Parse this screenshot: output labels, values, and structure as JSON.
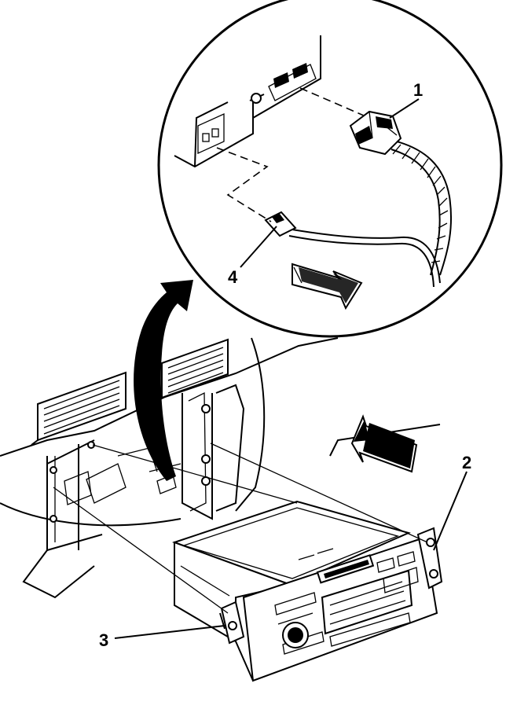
{
  "diagram": {
    "callouts": [
      {
        "id": "1",
        "label": "1"
      },
      {
        "id": "2",
        "label": "2"
      },
      {
        "id": "3",
        "label": "3"
      },
      {
        "id": "4",
        "label": "4"
      }
    ],
    "icons": {
      "removal_arrow": "curved-arrow-icon",
      "insert_arrow": "direction-arrow-icon",
      "detail_arrow": "direction-arrow-icon"
    },
    "colors": {
      "ink": "#000000",
      "paper": "#ffffff"
    }
  }
}
